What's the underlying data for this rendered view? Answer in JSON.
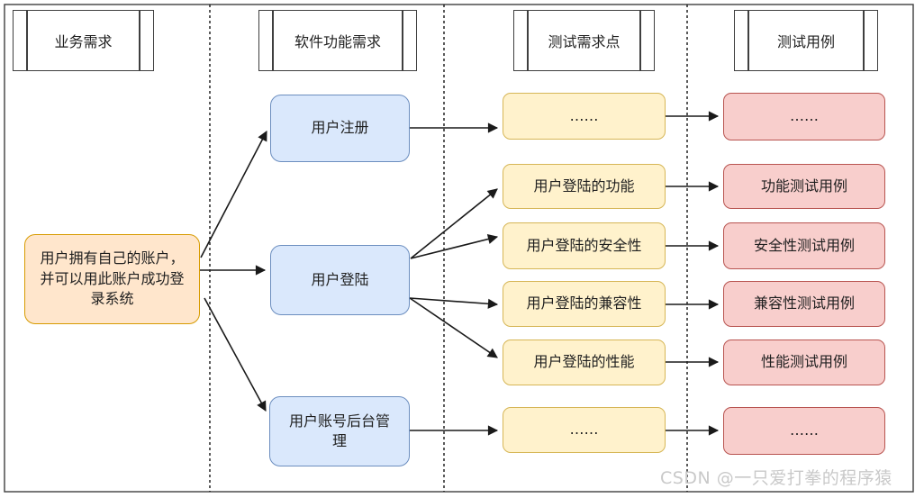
{
  "diagram": {
    "headers": [
      {
        "label": "业务需求"
      },
      {
        "label": "软件功能需求"
      },
      {
        "label": "测试需求点"
      },
      {
        "label": "测试用例"
      }
    ],
    "business_requirement": {
      "label": "用户拥有自己的账户，并可以用此账户成功登录系统"
    },
    "software_features": [
      {
        "label": "用户注册"
      },
      {
        "label": "用户登陆"
      },
      {
        "label": "用户账号后台管理"
      }
    ],
    "test_points": [
      {
        "label": "……"
      },
      {
        "label": "用户登陆的功能"
      },
      {
        "label": "用户登陆的安全性"
      },
      {
        "label": "用户登陆的兼容性"
      },
      {
        "label": "用户登陆的性能"
      },
      {
        "label": "……"
      }
    ],
    "test_cases": [
      {
        "label": "……"
      },
      {
        "label": "功能测试用例"
      },
      {
        "label": "安全性测试用例"
      },
      {
        "label": "兼容性测试用例"
      },
      {
        "label": "性能测试用例"
      },
      {
        "label": "……"
      }
    ],
    "colors": {
      "business_fill": "#ffe6cc",
      "business_stroke": "#d79b00",
      "feature_fill": "#dae8fc",
      "feature_stroke": "#6c8ebf",
      "test_point_fill": "#fff2cc",
      "test_point_stroke": "#d6b656",
      "test_case_fill": "#f8cecc",
      "test_case_stroke": "#b85450",
      "line": "#1a1a1a",
      "watermark_text": "#c9c9c9"
    }
  },
  "watermark": {
    "text": "CSDN @一只爱打拳的程序猿"
  }
}
